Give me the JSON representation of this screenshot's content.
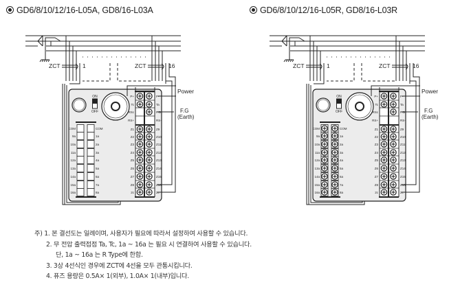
{
  "diagrams": [
    {
      "title": "GD6/8/10/12/16-L05A, GD8/16-L03A",
      "variant": "A",
      "zct_label": "ZCT",
      "zct_first": "1",
      "zct_last": "16",
      "power_label": "Power",
      "fg_label": "F.G",
      "earth_label": "(Earth)",
      "switch_on": "ON",
      "switch_off": "OFF",
      "right_block_left_labels": [
        "P+",
        "Tc",
        "RSc",
        "RS+",
        "Z1",
        "Z2",
        "Z3",
        "Z4",
        "Z5",
        "Z6",
        "Z7",
        "Z8",
        "2c"
      ],
      "right_block_right_labels": [
        "P-",
        "Ta",
        "F.G",
        "RS-",
        "Z9",
        "Z10",
        "Z11",
        "Z12",
        "Z13",
        "Z14",
        "Z15",
        "Z16",
        "2c"
      ],
      "left_block_left_labels": [
        "COM",
        "9a",
        "10a",
        "11a",
        "12a",
        "13a",
        "14a",
        "15a",
        "16a"
      ],
      "left_block_right_labels": [
        "COM",
        "1a",
        "2a",
        "3a",
        "4a",
        "5a",
        "6a",
        "7a",
        "8a"
      ],
      "left_block_screws": false
    },
    {
      "title": "GD6/8/10/12/16-L05R, GD8/16-L03R",
      "variant": "R",
      "zct_label": "ZCT",
      "zct_first": "1",
      "zct_last": "16",
      "power_label": "Power",
      "fg_label": "F.G",
      "earth_label": "(Earth)",
      "switch_on": "ON",
      "switch_off": "OFF",
      "right_block_left_labels": [
        "P+",
        "Tc",
        "RSc",
        "RS+",
        "Z1",
        "Z2",
        "Z3",
        "Z4",
        "Z5",
        "Z6",
        "Z7",
        "Z8",
        "2c"
      ],
      "right_block_right_labels": [
        "P-",
        "Ta",
        "F.G",
        "RS-",
        "Z9",
        "Z10",
        "Z11",
        "Z12",
        "Z13",
        "Z14",
        "Z15",
        "Z16",
        "2c"
      ],
      "left_block_left_labels": [
        "COM",
        "9a",
        "10a",
        "11a",
        "12a",
        "13a",
        "14a",
        "15a",
        "16a"
      ],
      "left_block_right_labels": [
        "COM",
        "1a",
        "2a",
        "3a",
        "4a",
        "5a",
        "6a",
        "7a",
        "8a"
      ],
      "left_block_screws": true
    }
  ],
  "notes": {
    "prefix": "주) 1. 본 결선도는 일례이며, 사용자가 필요에 따라서 설정하여 사용할 수 있습니다.",
    "n2": "2. 무 전압 출력접점 Ta, Tc, 1a ~ 16a 는 필요 시 연결하여 사용할 수 있습니다.",
    "n2b": "단, 1a ~ 16a 는 R Type에 한함.",
    "n3": "3. 3상 4선식인 경우에 ZCT에 4선을 모두 관통시킵니다.",
    "n4": "4. 퓨즈 용량은 0.5A× 1(외부), 1.0A× 1(내부)입니다."
  },
  "colors": {
    "line": "#222222",
    "box_fill": "#ececec",
    "text": "#222222"
  }
}
